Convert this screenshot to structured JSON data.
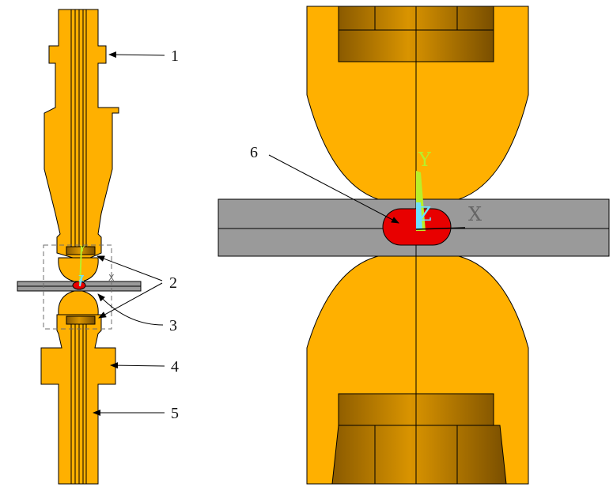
{
  "colors": {
    "electrode": "#ffb000",
    "electrode_dark": "#a86f00",
    "sheet": "#9a9a9a",
    "nugget": "#e80000",
    "axis_y": "#b8ef2a",
    "axis_z": "#6fe0ff",
    "axis_x": "#666666",
    "outline": "#000000"
  },
  "callouts": [
    {
      "id": "1",
      "label": "1"
    },
    {
      "id": "2",
      "label": "2"
    },
    {
      "id": "3",
      "label": "3"
    },
    {
      "id": "4",
      "label": "4"
    },
    {
      "id": "5",
      "label": "5"
    },
    {
      "id": "6",
      "label": "6"
    }
  ],
  "axes": {
    "y": "Y",
    "z": "Z",
    "x": "X"
  },
  "icons": {
    "arrow": "arrowhead-icon"
  }
}
